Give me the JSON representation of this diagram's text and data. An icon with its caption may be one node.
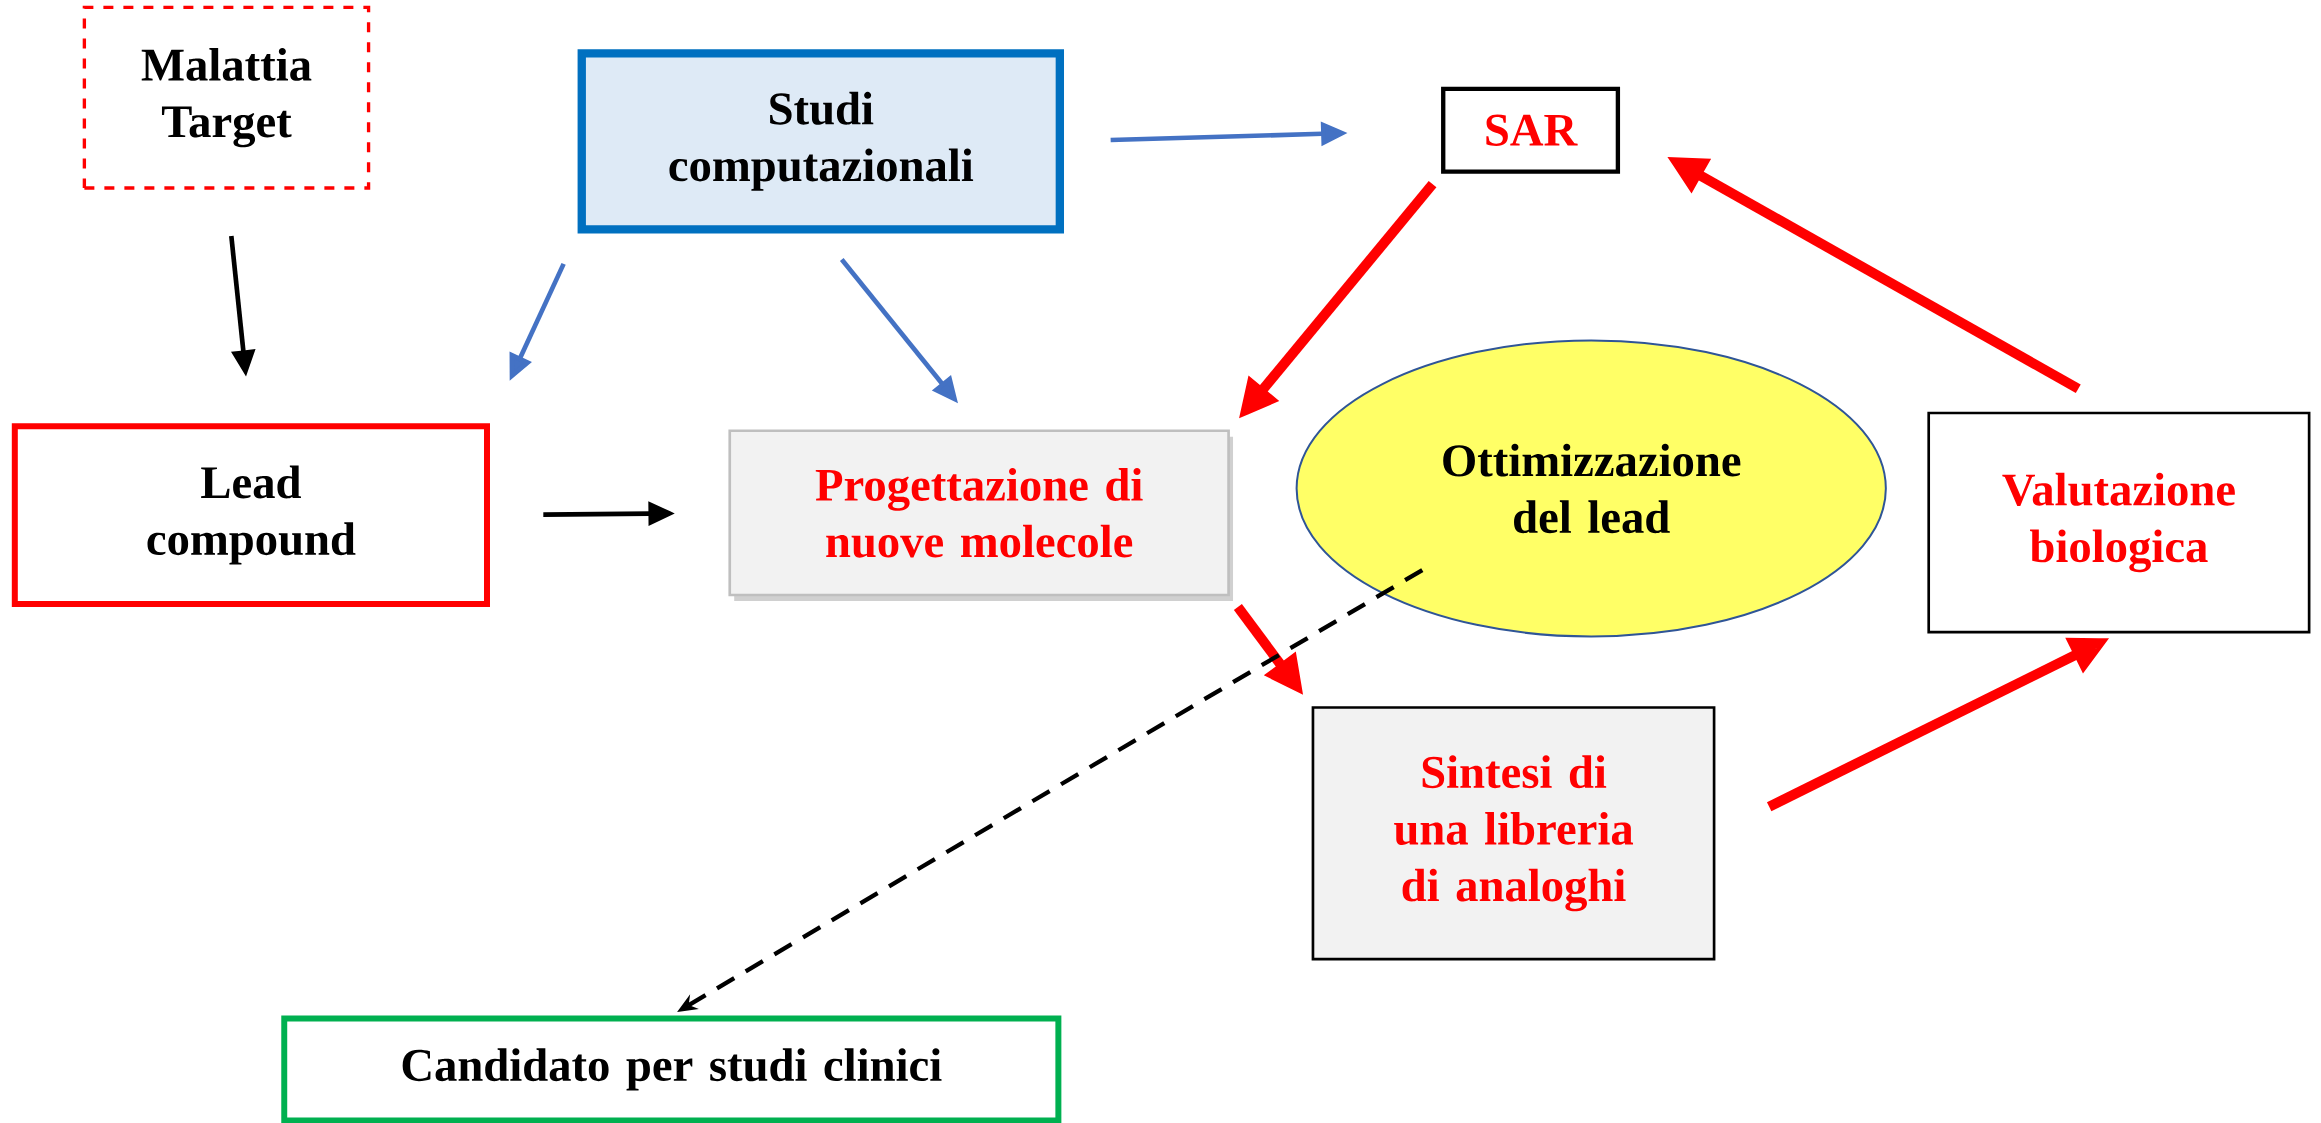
{
  "diagram": {
    "nodes": [
      {
        "text": [
          "Malattia Target"
        ]
      },
      {
        "text": [
          "Studi computazionali"
        ]
      },
      {
        "text": [
          "SAR"
        ]
      },
      {
        "text": [
          "Lead compound"
        ]
      },
      {
        "text": [
          "Progettazione di nuove molecole"
        ]
      },
      {
        "text": [
          "Ottimizzazione del lead"
        ]
      },
      {
        "text": [
          "Sintesi di una libreria di analoghi"
        ]
      },
      {
        "text": [
          "Valutazione biologica"
        ]
      },
      {
        "text": [
          "Candidato per studi clinici"
        ]
      }
    ],
    "edges": [
      {
        "from": 0,
        "to": 3,
        "arrow": "to",
        "color": "#000000"
      },
      {
        "from": 1,
        "to": 3,
        "arrow": "to",
        "color": "#4472c4"
      },
      {
        "from": 1,
        "to": 4,
        "arrow": "to",
        "color": "#4472c4"
      },
      {
        "from": 1,
        "to": 2,
        "arrow": "to",
        "color": "#4472c4"
      },
      {
        "from": 2,
        "to": 4,
        "arrow": "to",
        "style": "thick"
      },
      {
        "from": 3,
        "to": 4,
        "arrow": "to",
        "color": "#000000"
      },
      {
        "from": 4,
        "to": 6,
        "arrow": "to",
        "style": "thick"
      },
      {
        "from": 6,
        "to": 7,
        "arrow": "to",
        "style": "thick"
      },
      {
        "from": 7,
        "to": 2,
        "arrow": "to",
        "style": "thick"
      },
      {
        "from": 5,
        "to": 8,
        "arrow": "to",
        "style": "dashed",
        "color": "#000000"
      }
    ]
  }
}
